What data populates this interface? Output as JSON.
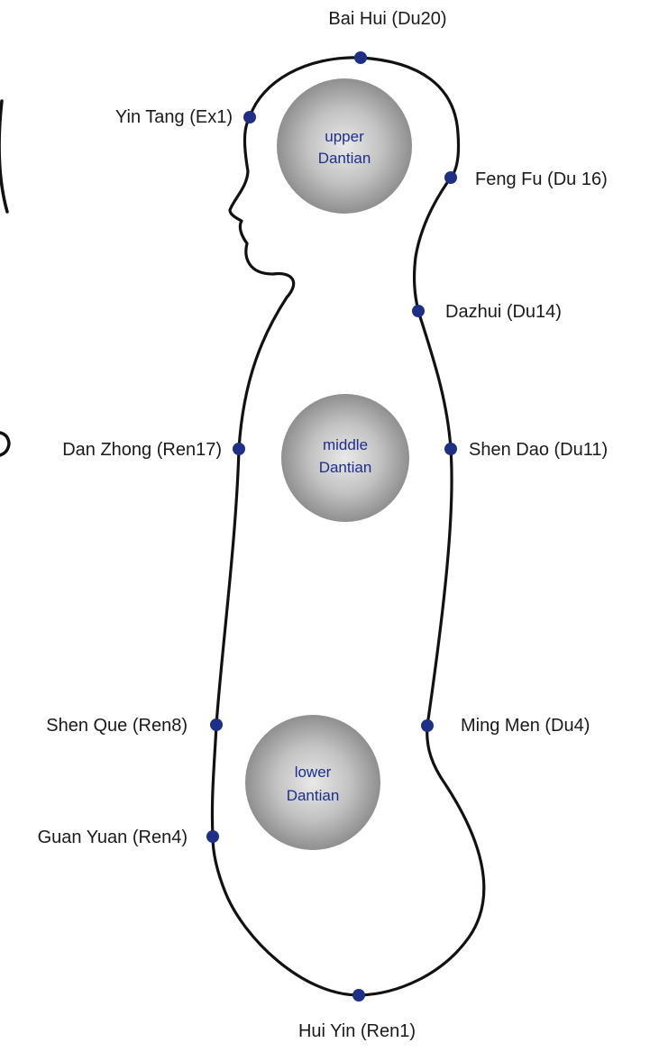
{
  "dot_color": "#1f2f86",
  "dantian_text_color": "#1d2f8a",
  "dantians": {
    "upper": {
      "line1": "upper",
      "line2": "Dantian"
    },
    "middle": {
      "line1": "middle",
      "line2": "Dantian"
    },
    "lower": {
      "line1": "lower",
      "line2": "Dantian"
    }
  },
  "points": {
    "bai_hui": "Bai Hui (Du20)",
    "yin_tang": "Yin Tang (Ex1)",
    "feng_fu": "Feng Fu (Du 16)",
    "dazhui": "Dazhui (Du14)",
    "dan_zhong": "Dan Zhong (Ren17)",
    "shen_dao": "Shen Dao (Du11)",
    "shen_que": "Shen Que (Ren8)",
    "ming_men": "Ming Men (Du4)",
    "guan_yuan": "Guan Yuan (Ren4)",
    "hui_yin": "Hui Yin (Ren1)"
  }
}
